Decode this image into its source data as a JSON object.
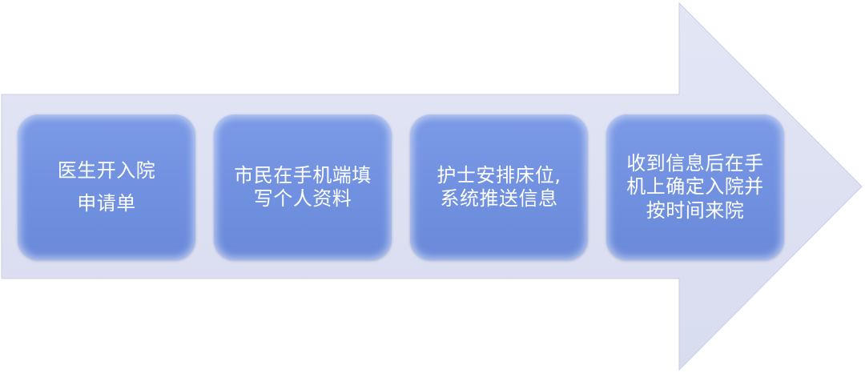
{
  "diagram": {
    "steps": [
      {
        "text": "医生开入院\n申请单"
      },
      {
        "text": "市民在手机端填\n写个人资料"
      },
      {
        "text": "护士安排床位,\n系统推送信息"
      },
      {
        "text": "收到信息后在手\n机上确定入院并\n按时间来院"
      }
    ]
  },
  "colors": {
    "arrow_fill": "#dfe3f3",
    "arrow_edge": "#c9cfe6",
    "step_fill": "#7392e0",
    "step_text": "#ffffff"
  }
}
